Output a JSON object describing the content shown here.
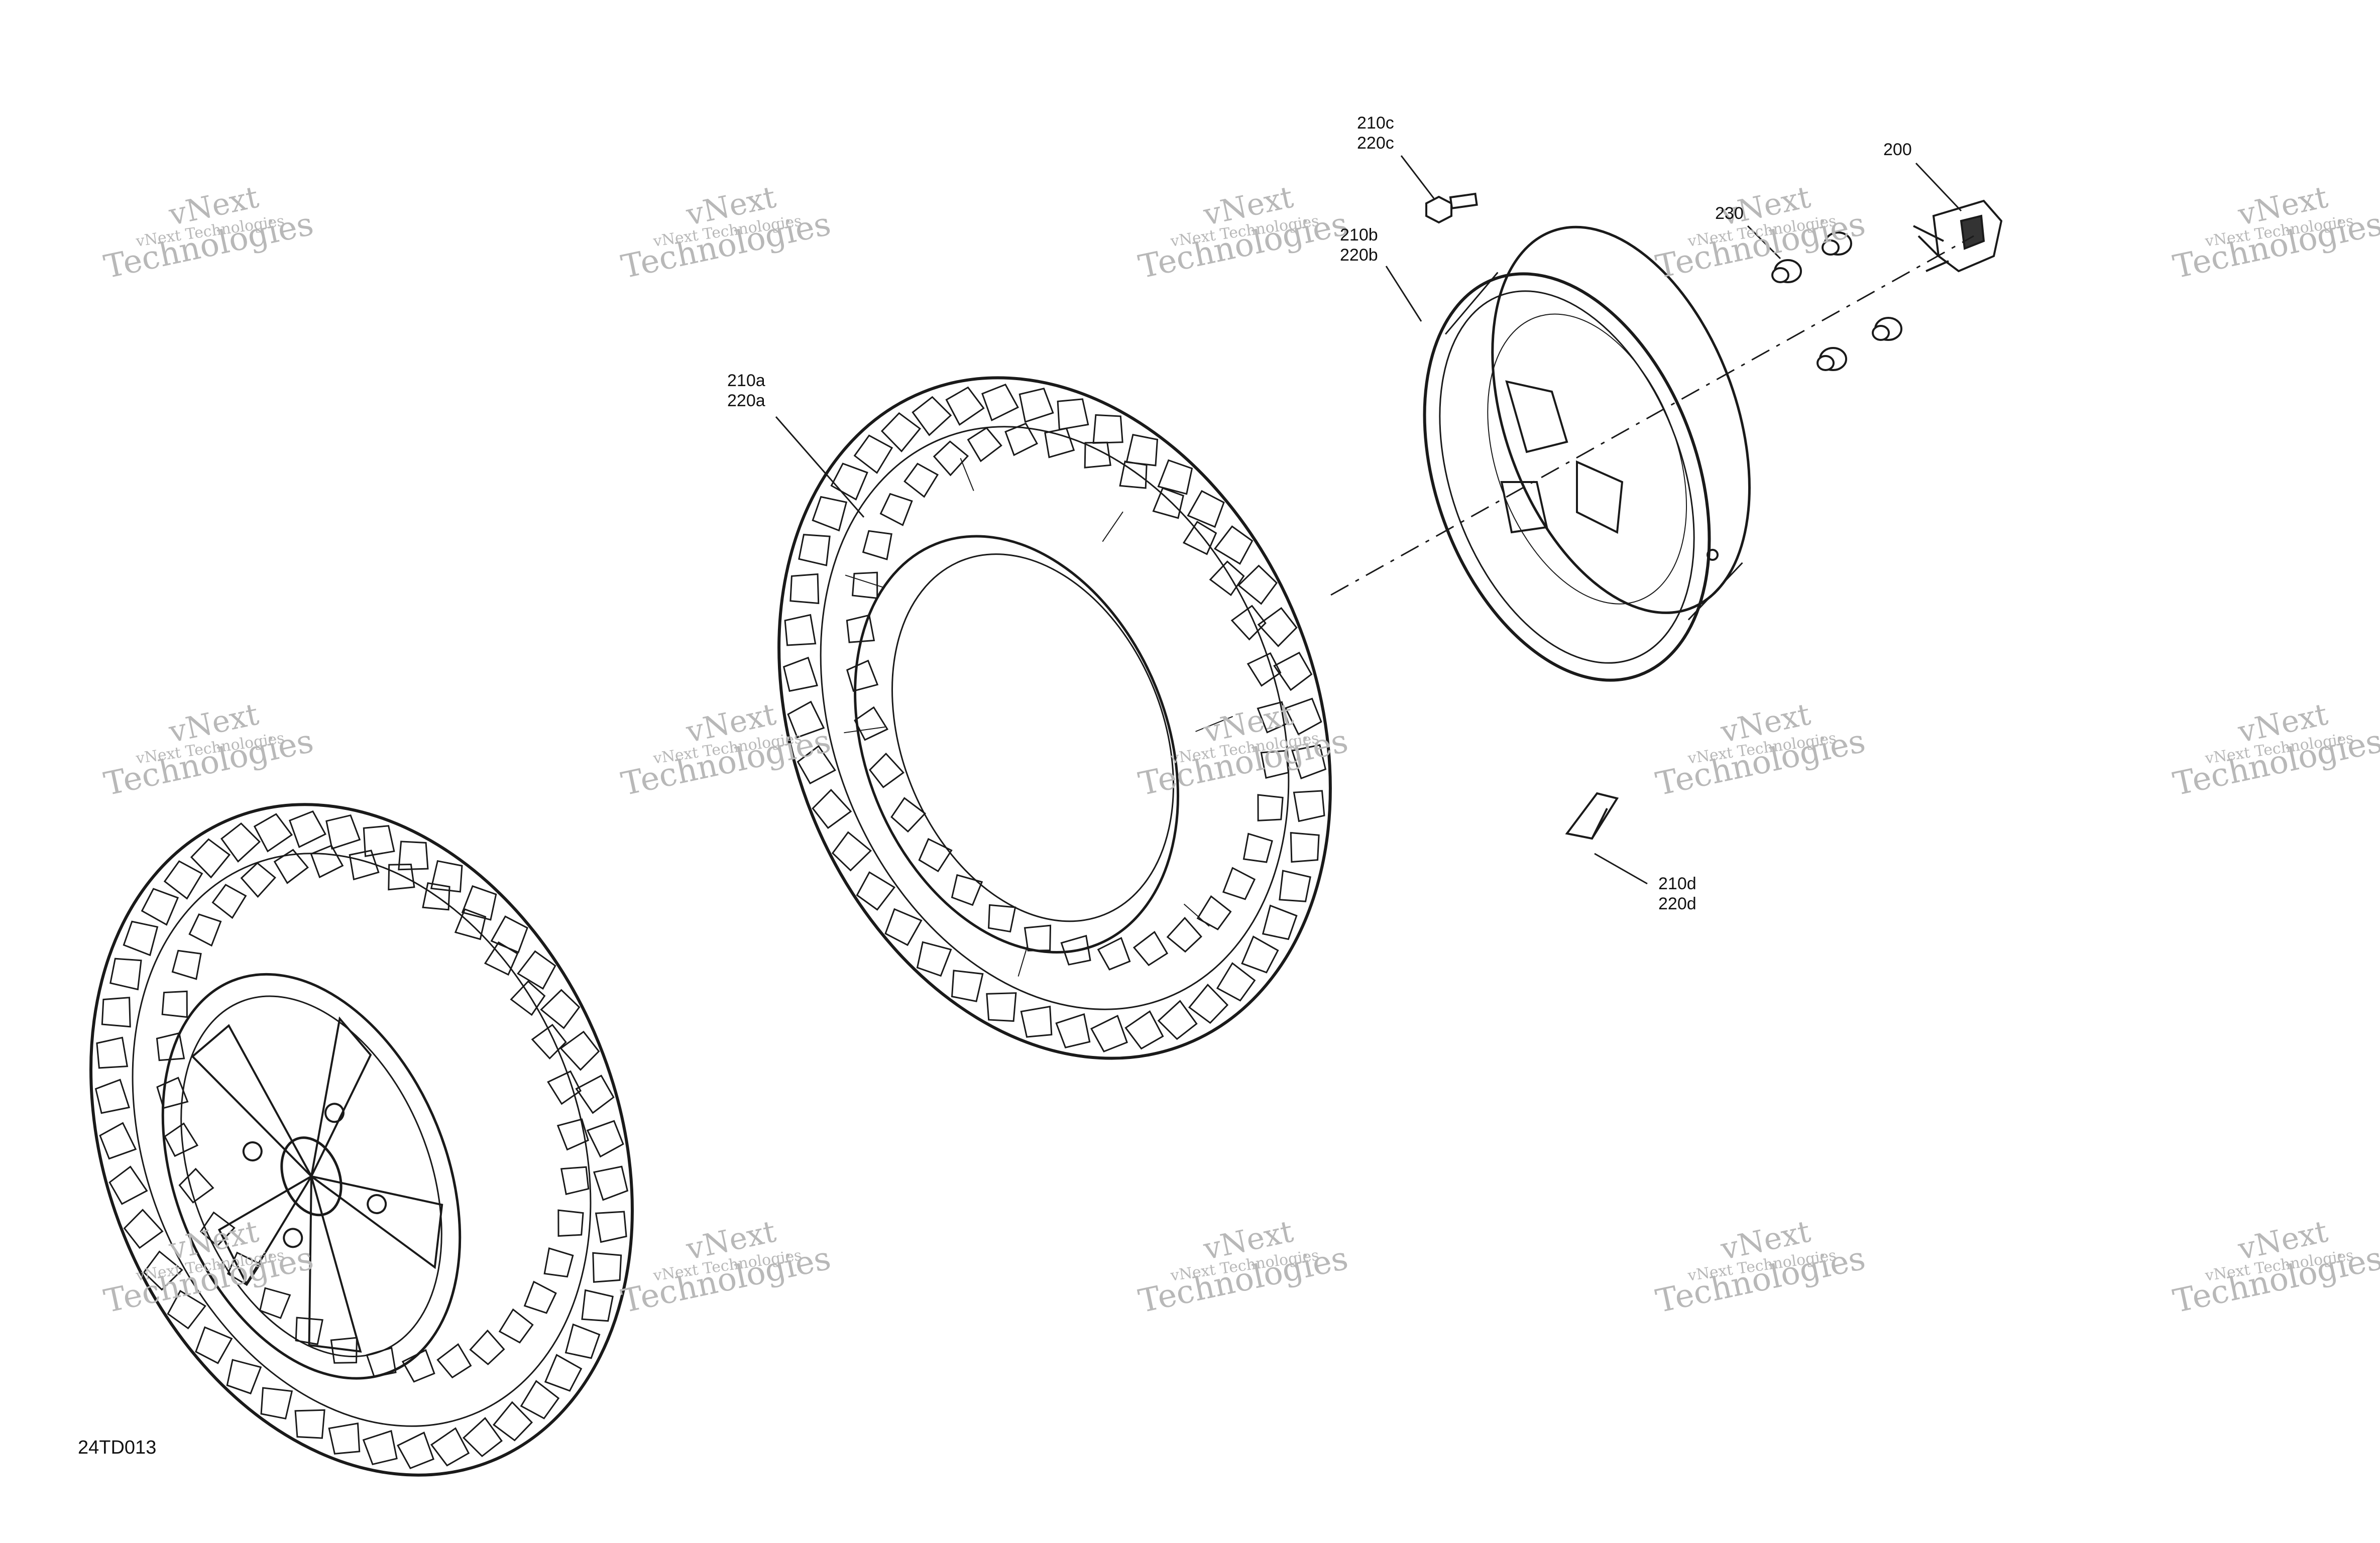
{
  "callouts": {
    "c210c": [
      "210c",
      "220c"
    ],
    "c210b": [
      "210b",
      "220b"
    ],
    "c210a": [
      "210a",
      "220a"
    ],
    "c210d": [
      "210d",
      "220d"
    ],
    "c230": "230",
    "c200": "200"
  },
  "drawing_code": "24TD013",
  "watermark": {
    "line1": "vNext Technologies",
    "line2": "vNext",
    "line3": "Technologies",
    "color": "#b8b8b8"
  },
  "line_color": "#1a1a1a"
}
